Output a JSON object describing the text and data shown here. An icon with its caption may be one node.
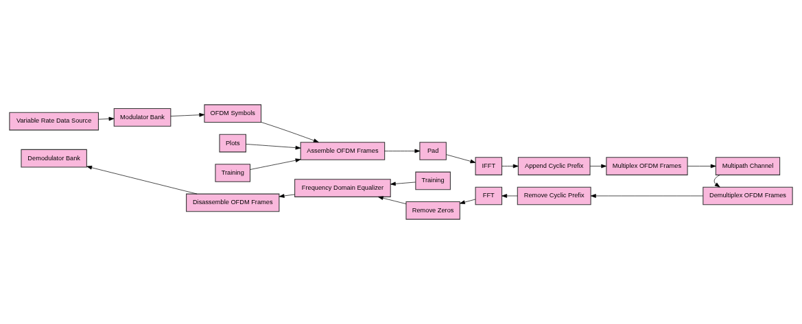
{
  "diagram": {
    "nodes": [
      {
        "text": [
          "Variable Rate Data Source"
        ]
      },
      {
        "text": [
          "Modulator Bank"
        ]
      },
      {
        "text": [
          "Plots"
        ]
      },
      {
        "text": [
          "Training"
        ]
      },
      {
        "text": [
          "OFDM Symbols"
        ]
      },
      {
        "text": [
          "Assemble OFDM Frames"
        ]
      },
      {
        "text": [
          "Pad"
        ]
      },
      {
        "text": [
          "IFFT"
        ]
      },
      {
        "text": [
          "Append Cyclic Prefix"
        ]
      },
      {
        "text": [
          "Multiplex OFDM Frames"
        ]
      },
      {
        "text": [
          "Multipath Channel"
        ]
      },
      {
        "text": [
          "Demodulator Bank"
        ]
      },
      {
        "text": [
          "Disassemble OFDM Frames"
        ]
      },
      {
        "text": [
          "Frequency Domain Equalizer"
        ]
      },
      {
        "text": [
          "Remove Zeros"
        ]
      },
      {
        "text": [
          "Training"
        ]
      },
      {
        "text": [
          "FFT"
        ]
      },
      {
        "text": [
          "Remove Cyclic Prefix"
        ]
      },
      {
        "text": [
          "Demultiplex OFDM Frames"
        ]
      }
    ],
    "edges": [
      {
        "from": 0,
        "to": 1,
        "arrow": "to"
      },
      {
        "from": 1,
        "to": 4,
        "arrow": "to"
      },
      {
        "from": 2,
        "to": 5,
        "arrow": "to"
      },
      {
        "from": 3,
        "to": 5,
        "arrow": "to"
      },
      {
        "from": 4,
        "to": 5,
        "arrow": "to"
      },
      {
        "from": 5,
        "to": 6,
        "arrow": "to"
      },
      {
        "from": 6,
        "to": 7,
        "arrow": "to"
      },
      {
        "from": 7,
        "to": 8,
        "arrow": "to"
      },
      {
        "from": 8,
        "to": 9,
        "arrow": "to"
      },
      {
        "from": 9,
        "to": 10,
        "arrow": "to"
      },
      {
        "from": 10,
        "to": 18,
        "arrow": "to"
      },
      {
        "from": 18,
        "to": 17,
        "arrow": "to"
      },
      {
        "from": 17,
        "to": 16,
        "arrow": "to"
      },
      {
        "from": 16,
        "to": 14,
        "arrow": "to"
      },
      {
        "from": 14,
        "to": 13,
        "arrow": "to"
      },
      {
        "from": 15,
        "to": 13,
        "arrow": "to"
      },
      {
        "from": 13,
        "to": 12,
        "arrow": "to"
      },
      {
        "from": 12,
        "to": 11,
        "arrow": "to"
      }
    ]
  }
}
